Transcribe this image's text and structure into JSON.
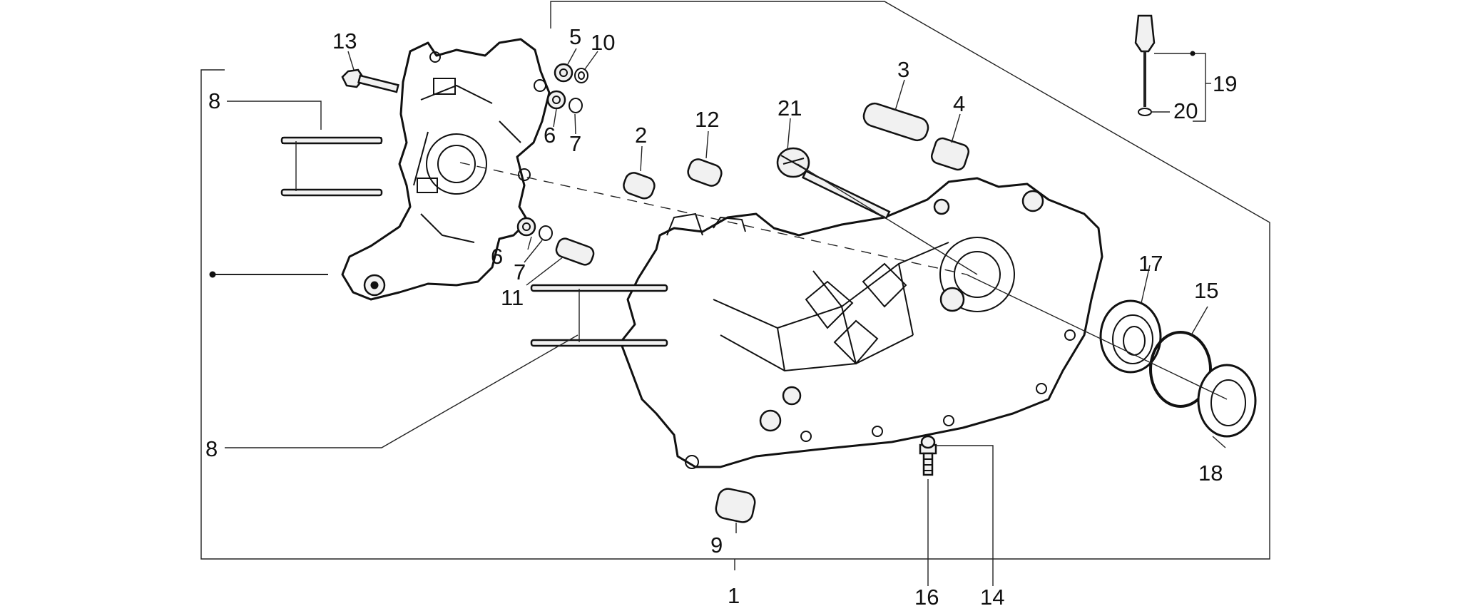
{
  "callouts": {
    "c1": "1",
    "c2": "2",
    "c3": "3",
    "c4": "4",
    "c5": "5",
    "c6a": "6",
    "c6b": "6",
    "c7a": "7",
    "c7b": "7",
    "c8a": "8",
    "c8b": "8",
    "c9": "9",
    "c10": "10",
    "c11": "11",
    "c12": "12",
    "c13": "13",
    "c14": "14",
    "c15": "15",
    "c16": "16",
    "c17": "17",
    "c18": "18",
    "c19": "19",
    "c20": "20",
    "c21": "21"
  }
}
